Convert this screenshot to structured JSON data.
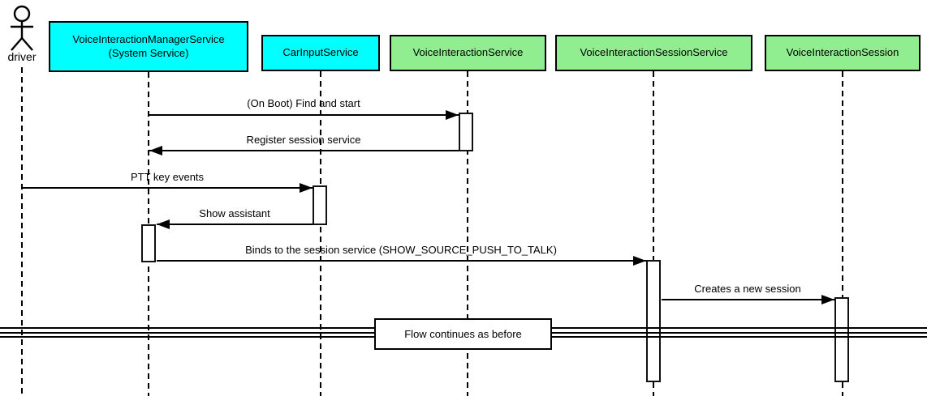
{
  "actor": {
    "label": "driver"
  },
  "participants": [
    {
      "label": "VoiceInteractionManagerService",
      "sublabel": "(System Service)",
      "color": "#00ffff"
    },
    {
      "label": "CarInputService",
      "color": "#00ffff"
    },
    {
      "label": "VoiceInteractionService",
      "color": "#90ee90"
    },
    {
      "label": "VoiceInteractionSessionService",
      "color": "#90ee90"
    },
    {
      "label": "VoiceInteractionSession",
      "color": "#90ee90"
    }
  ],
  "messages": [
    {
      "label": "(On Boot) Find and start",
      "from": "VoiceInteractionManagerService (System Service)",
      "to": "VoiceInteractionService",
      "direction": "right"
    },
    {
      "label": "Register session service",
      "from": "VoiceInteractionService",
      "to": "VoiceInteractionManagerService (System Service)",
      "direction": "left"
    },
    {
      "label": "PTT key events",
      "from": "driver",
      "to": "CarInputService",
      "direction": "right"
    },
    {
      "label": "Show assistant",
      "from": "CarInputService",
      "to": "VoiceInteractionManagerService (System Service)",
      "direction": "left"
    },
    {
      "label": "Binds to the session service (SHOW_SOURCE_PUSH_TO_TALK)",
      "from": "VoiceInteractionManagerService (System Service)",
      "to": "VoiceInteractionSessionService",
      "direction": "right"
    },
    {
      "label": "Creates a new session",
      "from": "VoiceInteractionSessionService",
      "to": "VoiceInteractionSession",
      "direction": "right"
    }
  ],
  "divider": {
    "label": "Flow continues as before"
  },
  "colors": {
    "participant_cyan": "#00ffff",
    "participant_green": "#90ee90",
    "line": "#000000",
    "background": "#ffffff"
  }
}
